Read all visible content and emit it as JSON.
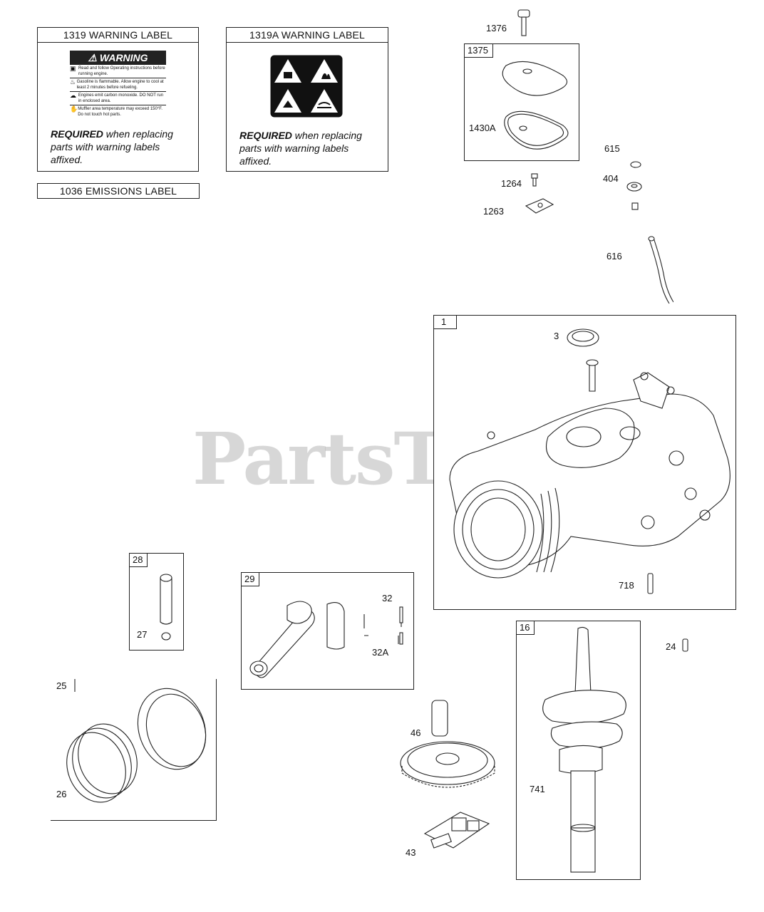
{
  "watermark": "PartsTree",
  "warning_1319": {
    "title": "1319 WARNING LABEL",
    "required_bold": "REQUIRED",
    "required_text": " when replacing parts with warning labels affixed.",
    "decal_heading": "WARNING",
    "decal_lines": [
      "Read and follow Operating instructions before running engine.",
      "Gasoline is flammable. Allow engine to cool at least 2 minutes before refueling.",
      "Engines emit carbon monoxide. DO NOT run in enclosed area.",
      "Muffler area temperature may exceed 150°F. Do not touch hot parts."
    ]
  },
  "warning_1319a": {
    "title": "1319A WARNING LABEL",
    "required_bold": "REQUIRED",
    "required_text": " when replacing parts with warning labels affixed."
  },
  "emissions": {
    "title": "1036 EMISSIONS LABEL"
  },
  "callouts": {
    "p1376": "1376",
    "p1375": "1375",
    "p1430a": "1430A",
    "p615": "615",
    "p404": "404",
    "p1264": "1264",
    "p1263": "1263",
    "p616": "616",
    "p1": "1",
    "p3": "3",
    "p718": "718",
    "p28": "28",
    "p27": "27",
    "p29": "29",
    "p32": "32",
    "p32a": "32A",
    "p16": "16",
    "p24": "24",
    "p741": "741",
    "p25": "25",
    "p26": "26",
    "p46": "46",
    "p43": "43"
  }
}
